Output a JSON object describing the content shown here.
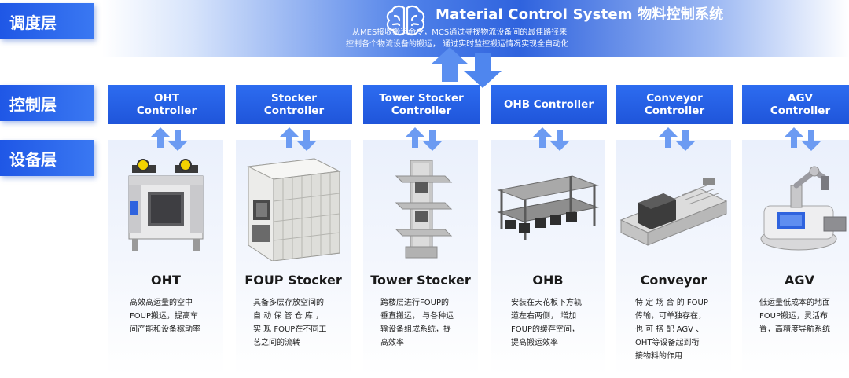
{
  "layers": {
    "dispatch": "调度层",
    "control": "控制层",
    "equipment": "设备层"
  },
  "mcs": {
    "title": "Material Control System 物料控制系统",
    "line1": "从MES接收搬运命令，MCS通过寻找物流设备间的最佳路径来",
    "line2": "控制各个物流设备的搬运， 通过实时监控搬运情况实现全自动化"
  },
  "colors": {
    "accent": "#2160e8",
    "layer_tag": "#1f57e6",
    "arrow": "#5b8ff0"
  },
  "columns": [
    {
      "controller": "OHT\nController",
      "name": "OHT",
      "desc": [
        "高效高运量的空中",
        "FOUP搬运，提高车",
        "间产能和设备稼动率"
      ]
    },
    {
      "controller": "Stocker\nController",
      "name": "FOUP Stocker",
      "desc": [
        "具备多层存放空间的",
        "自 动 保 管 仓 库 ，",
        "实 现 FOUP在不同工",
        "艺之间的流转"
      ]
    },
    {
      "controller": "Tower Stocker\nController",
      "name": "Tower Stocker",
      "desc": [
        "跨楼层进行FOUP的",
        "垂直搬运，  与各种运",
        "输设备组成系统，提",
        "高效率"
      ]
    },
    {
      "controller": "OHB Controller",
      "name": "OHB",
      "desc": [
        "安装在天花板下方轨",
        "道左右两侧，  增加",
        "FOUP的缓存空间，",
        "提高搬运效率"
      ]
    },
    {
      "controller": "Conveyor\nController",
      "name": "Conveyor",
      "desc": [
        "特 定 场 合 的 FOUP",
        "传输，可单独存在，",
        "也 可 搭 配 AGV 、",
        "OHT等设备起到衔",
        "接物料的作用"
      ]
    },
    {
      "controller": "AGV\nController",
      "name": "AGV",
      "desc": [
        "低运量低成本的地面",
        "FOUP搬运，灵活布",
        "置，高精度导航系统"
      ]
    }
  ]
}
